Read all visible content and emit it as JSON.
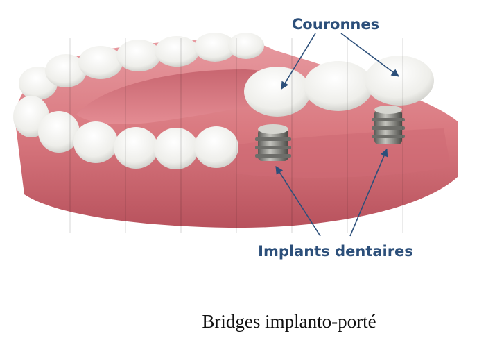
{
  "labels": {
    "crowns": "Couronnes",
    "implants": "Implants dentaires"
  },
  "caption": "Bridges implanto-porté",
  "colors": {
    "label": "#2c4f7a",
    "gum": "#d9787f",
    "gum_dark": "#b8525d",
    "tooth": "#f2f2ee",
    "implant": "#8a8a86"
  }
}
